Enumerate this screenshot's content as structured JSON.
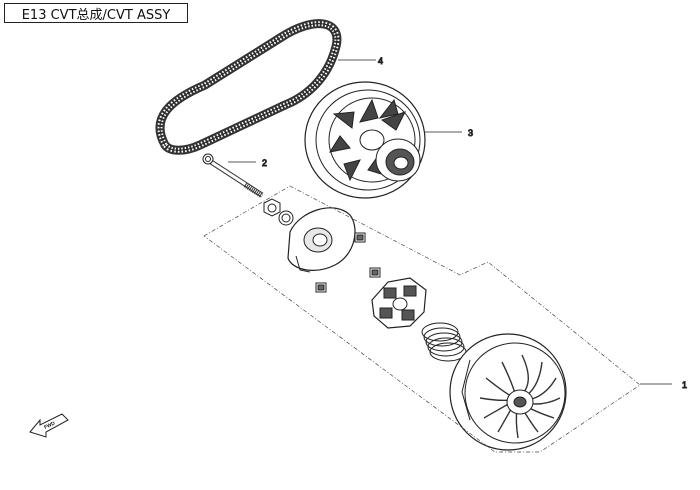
{
  "title": "E13 CVT总成/CVT ASSY",
  "callouts": {
    "c1": "1",
    "c2": "2",
    "c3": "3",
    "c4": "4"
  },
  "direction_marker": {
    "label": "FWD",
    "icon": "forward-arrow-icon"
  },
  "parts": [
    {
      "callout": "1",
      "icon": "drive-pulley-assembly-icon"
    },
    {
      "callout": "2",
      "icon": "bolt-icon"
    },
    {
      "callout": "3",
      "icon": "driven-pulley-icon"
    },
    {
      "callout": "4",
      "icon": "drive-belt-icon"
    }
  ]
}
